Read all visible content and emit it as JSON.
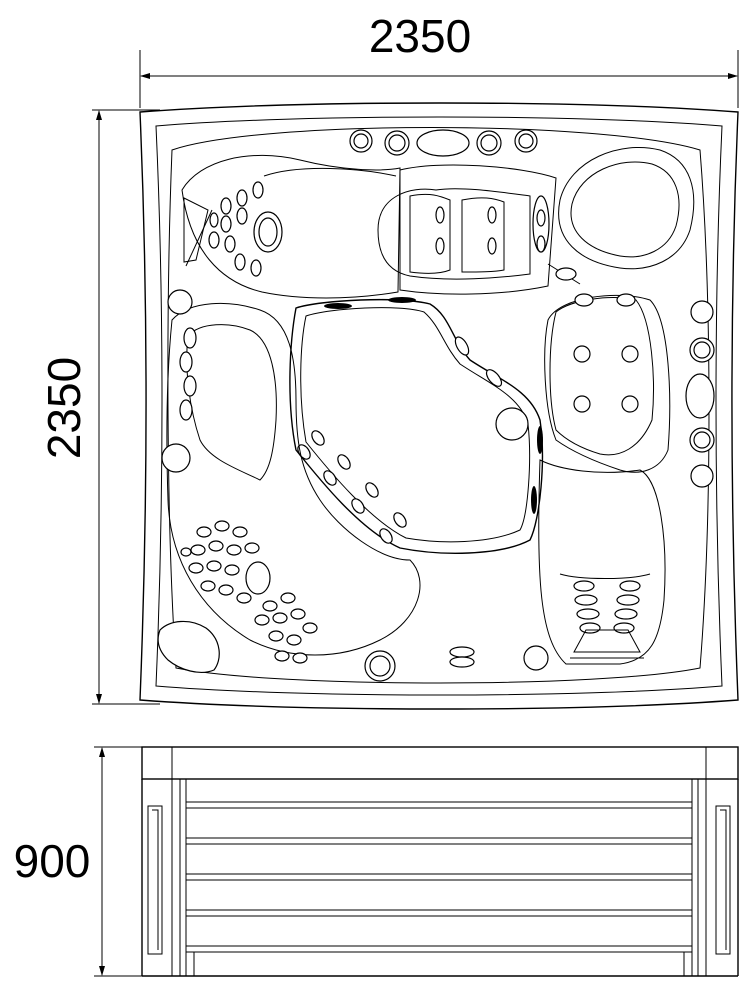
{
  "top_view": {
    "width_label": "2350",
    "depth_label": "2350"
  },
  "side_view": {
    "height_label": "900"
  }
}
